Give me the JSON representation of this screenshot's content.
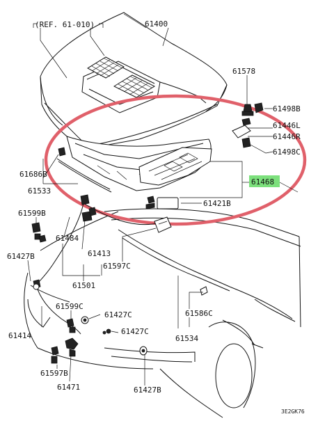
{
  "diagram": {
    "ref_label": "(REF. 61-010)",
    "drawing_code": "3E2GK76",
    "highlight_color": "#7CE07C",
    "circle_color": "#E0606A",
    "highlighted_part": "61468",
    "parts": {
      "p61400": "61400",
      "p61578": "61578",
      "p61498B": "61498B",
      "p61446L": "61446L",
      "p61446R": "61446R",
      "p61498C": "61498C",
      "p61468": "61468",
      "p61421B": "61421B",
      "p61686B": "61686B",
      "p61533": "61533",
      "p61599B": "61599B",
      "p61484": "61484",
      "p61413": "61413",
      "p61427B_left": "61427B",
      "p61597C": "61597C",
      "p61501": "61501",
      "p61599C": "61599C",
      "p61427C_a": "61427C",
      "p61427C_b": "61427C",
      "p61414": "61414",
      "p61597B": "61597B",
      "p61471": "61471",
      "p61427B_bottom": "61427B",
      "p61586C": "61586C",
      "p61534": "61534"
    }
  }
}
